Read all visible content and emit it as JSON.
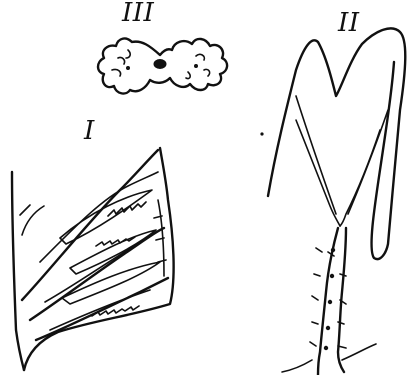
{
  "labels": {
    "figure_one": "I",
    "figure_two": "II",
    "figure_three": "III"
  },
  "colors": {
    "ink": "#111111",
    "paper": "#ffffff"
  }
}
